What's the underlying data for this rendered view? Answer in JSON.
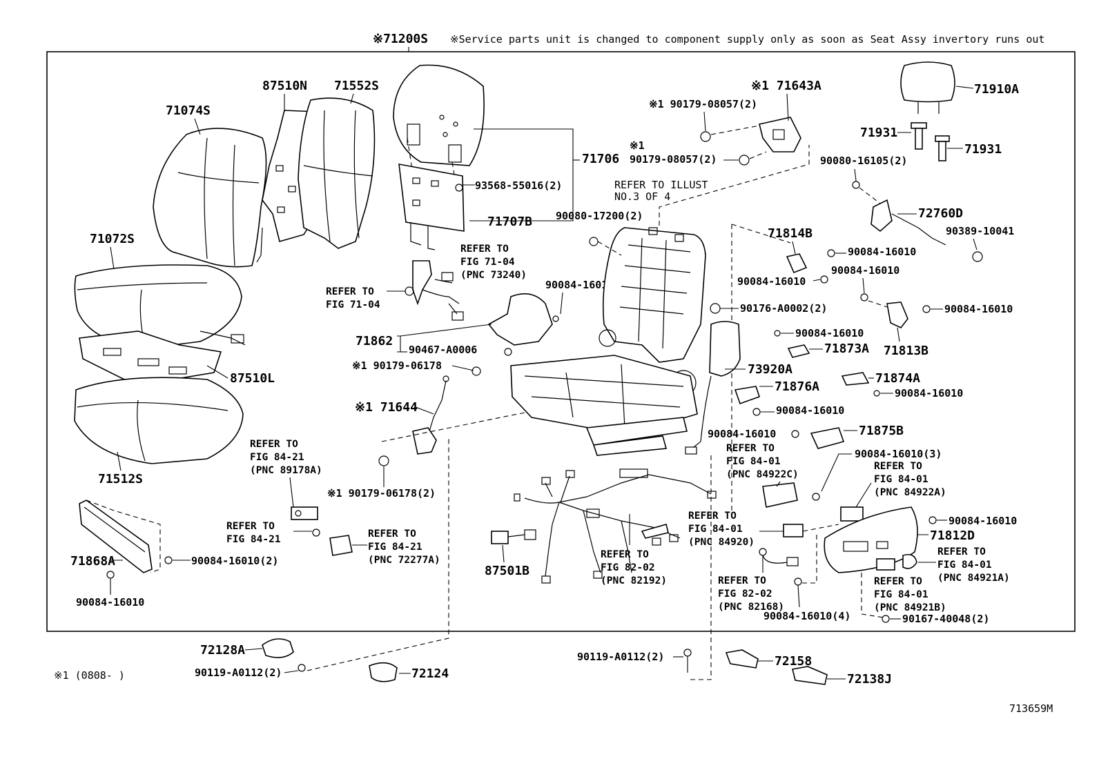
{
  "header": {
    "assembly_ref": "※71200S",
    "service_note": "※Service parts unit is changed to component supply only as soon as  Seat Assy invertory runs out"
  },
  "footer": {
    "date_note": "※1 (0808-      )",
    "drawing_number": "713659M"
  },
  "labels": {
    "p71074S": "71074S",
    "p87510N": "87510N",
    "p71552S": "71552S",
    "p71072S": "71072S",
    "p87510L": "87510L",
    "p71512S": "71512S",
    "p71706": "71706",
    "p93568": "93568-55016(2)",
    "p71707B": "71707B",
    "ref_73240_a": "REFER TO",
    "ref_73240_b": "FIG 71-04",
    "ref_73240_c": "(PNC 73240)",
    "ref_7104_a": "REFER TO",
    "ref_7104_b": "FIG 71-04",
    "p71862": "71862",
    "p90467": "90467-A0006",
    "p90084_brk": "90084-16010",
    "p90179_06178": "※1 90179-06178",
    "p71644": "※1 71644",
    "p90179_06178_2": "※1 90179-06178(2)",
    "ref_89178_a": "REFER TO",
    "ref_89178_b": "FIG 84-21",
    "ref_89178_c": "(PNC 89178A)",
    "ref_8421_a": "REFER TO",
    "ref_8421_b": "FIG 84-21",
    "ref_72277_a": "REFER TO",
    "ref_72277_b": "FIG 84-21",
    "ref_72277_c": "(PNC 72277A)",
    "p71868A": "71868A",
    "p90084_2_left": "90084-16010(2)",
    "p90084_left": "90084-16010",
    "p72128A": "72128A",
    "p90119_left": "90119-A0112(2)",
    "p72124": "72124",
    "p71643A": "※1 71643A",
    "p90179_08057_top": "※1 90179-08057(2)",
    "p90179_08057_mid_a": "※1",
    "p90179_08057_mid_b": "90179-08057(2)",
    "illust_a": "REFER TO ILLUST",
    "illust_b": "NO.3 OF 4",
    "p90080_17200": "90080-17200(2)",
    "p71910A": "71910A",
    "p71931_a": "71931",
    "p71931_b": "71931",
    "p90080_16105": "90080-16105(2)",
    "p72760D": "72760D",
    "p90389": "90389-10041",
    "p71814B": "71814B",
    "p90084_814_a": "90084-16010",
    "p90084_814_b": "90084-16010",
    "p90084_813_a": "90084-16010",
    "p90084_813_b": "90084-16010",
    "p71813B": "71813B",
    "p90176": "90176-A0002(2)",
    "p90084_873": "90084-16010",
    "p71873A": "71873A",
    "p73920A": "73920A",
    "p71876A": "71876A",
    "p90084_876": "90084-16010",
    "p71874A": "71874A",
    "p90084_874": "90084-16010",
    "p90084_875": "90084-16010",
    "p71875B": "71875B",
    "ref_84922C_a": "REFER TO",
    "ref_84922C_b": "FIG 84-01",
    "ref_84922C_c": "(PNC 84922C)",
    "p90084_3": "90084-16010(3)",
    "ref_84922A_a": "REFER TO",
    "ref_84922A_b": "FIG 84-01",
    "ref_84922A_c": "(PNC 84922A)",
    "p90084_812": "90084-16010",
    "p71812D": "71812D",
    "ref_84921A_a": "REFER TO",
    "ref_84921A_b": "FIG 84-01",
    "ref_84921A_c": "(PNC 84921A)",
    "ref_84921B_a": "REFER TO",
    "ref_84921B_b": "FIG 84-01",
    "ref_84921B_c": "(PNC 84921B)",
    "p90167": "90167-40048(2)",
    "ref_84920_a": "REFER TO",
    "ref_84920_b": "FIG 84-01",
    "ref_84920_c": "(PNC 84920)",
    "ref_82168_a": "REFER TO",
    "ref_82168_b": "FIG 82-02",
    "ref_82168_c": "(PNC 82168)",
    "p90084_4": "90084-16010(4)",
    "ref_82192_a": "REFER TO",
    "ref_82192_b": "FIG 82-02",
    "ref_82192_c": "(PNC 82192)",
    "p87501B": "87501B",
    "p90119_mid": "90119-A0112(2)",
    "p72158": "72158",
    "p72138J": "72138J"
  }
}
